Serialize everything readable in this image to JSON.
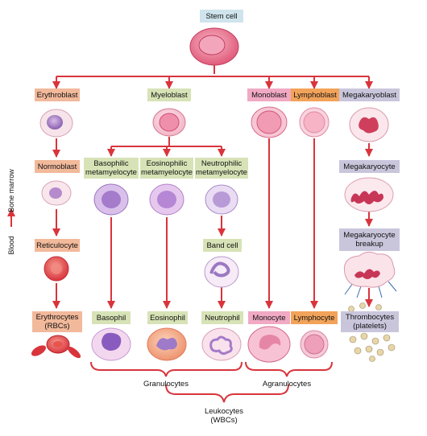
{
  "colors": {
    "arrow": "#d9343c",
    "stem_box": "#cfe4ec",
    "erythro_box": "#f2b99b",
    "myelo_box": "#d7e3b6",
    "mono_box": "#f1a9c4",
    "lympho_box": "#f2a35a",
    "mega_box": "#c9c6dc"
  },
  "nodes": {
    "stem_cell": "Stem cell",
    "erythroblast": "Erythroblast",
    "myeloblast": "Myeloblast",
    "monoblast": "Monoblast",
    "lymphoblast": "Lymphoblast",
    "megakaryoblast": "Megakaryoblast",
    "normoblast": "Normoblast",
    "basophilic_metamyelocyte": "Basophilic metamyelocyte",
    "eosinophilic_metamyelocyte": "Eosinophilic metamyelocyte",
    "neutrophilic_metamyelocyte": "Neutrophilic metamyelocyte",
    "megakaryocyte": "Megakaryocyte",
    "reticulocyte": "Reticulocyte",
    "band_cell": "Band cell",
    "megakaryocyte_breakup": "Megakaryocyte breakup",
    "erythrocytes": "Erythrocytes (RBCs)",
    "basophil": "Basophil",
    "eosinophil": "Eosinophil",
    "neutrophil": "Neutrophil",
    "monocyte": "Monocyte",
    "lymphocyte": "Lymphocyte",
    "thrombocytes": "Thrombocytes (platelets)"
  },
  "groups": {
    "granulocytes": "Granulocytes",
    "agranulocytes": "Agranulocytes",
    "leukocytes": "Leukocytes (WBCs)"
  },
  "side_axis": {
    "blood": "Blood",
    "bone_marrow": "Bone marrow"
  }
}
